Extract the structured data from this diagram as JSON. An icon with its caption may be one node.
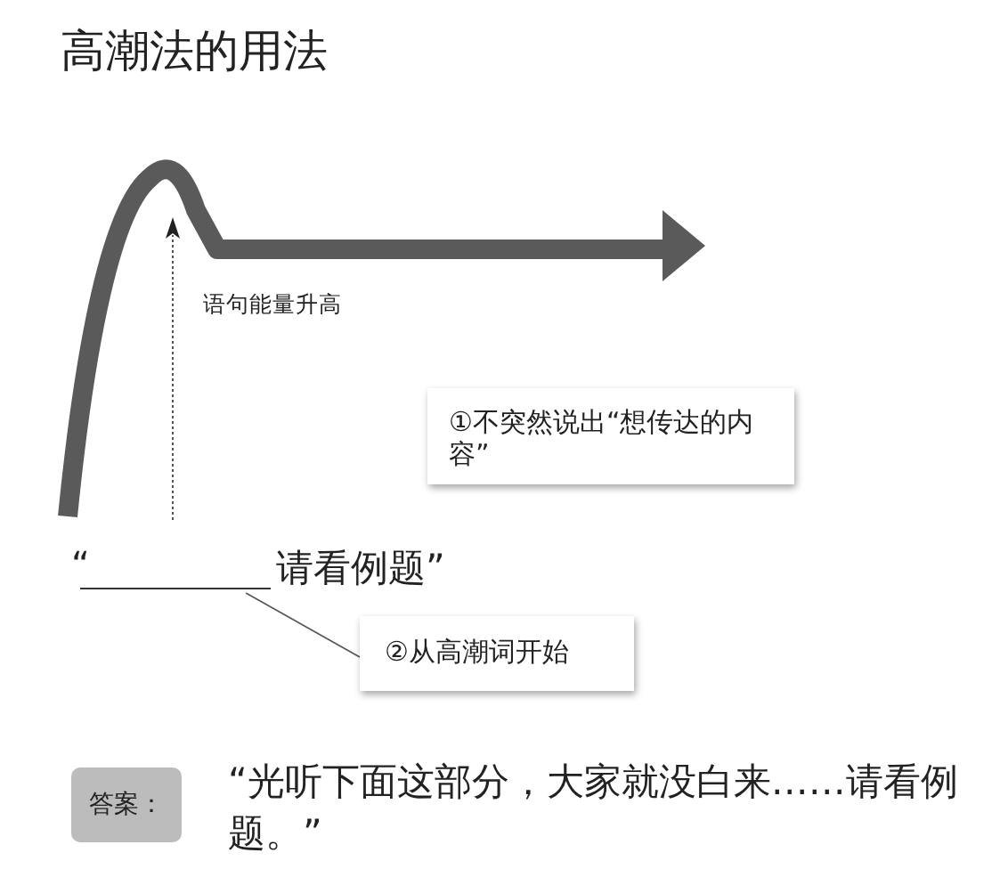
{
  "diagram": {
    "title": "高潮法的用法",
    "nodes": [
      {
        "text": [
          "①不突然说出“想传达的内容”"
        ]
      },
      {
        "text": [],
        "shape": "line"
      },
      {
        "text": [
          "②从高潮词开始"
        ]
      },
      {
        "text": [
          "答案："
        ],
        "beside": [
          "“光听下面这部分，大家就没白来……请看例题。”"
        ]
      }
    ],
    "edges": [
      {
        "from": 2,
        "to": 1,
        "arrow": "none"
      }
    ],
    "labels": [
      "语句能量升高",
      "“",
      "请看例题”"
    ]
  }
}
